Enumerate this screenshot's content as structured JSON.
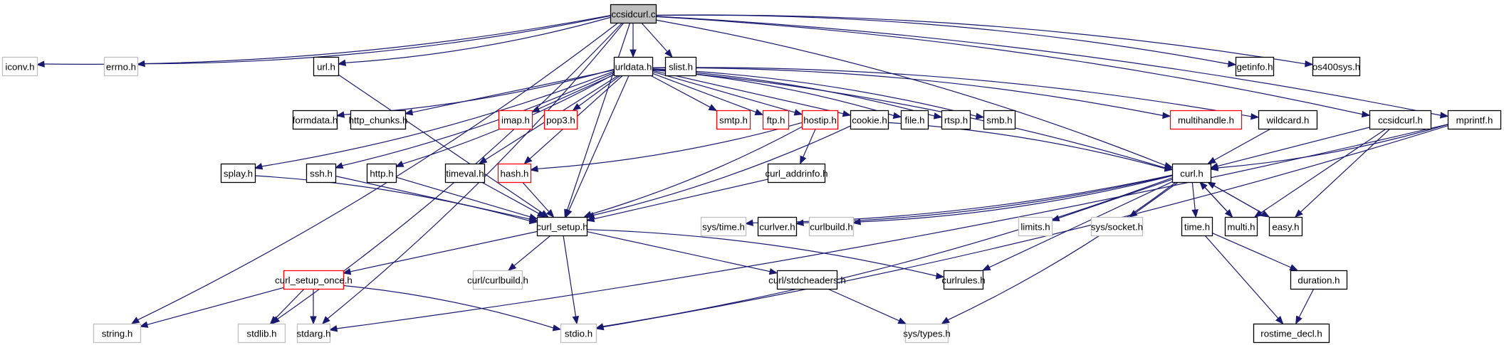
{
  "title": "ccsidcurl.c",
  "colors": {
    "edge": "#191970",
    "root_fill": "#bfbfbf",
    "documented_border": "#000000",
    "undocumented_border": "#bfbfbf",
    "incomplete_border": "#ff0000",
    "background": "#ffffff"
  },
  "nodes": [
    {
      "id": "ccsidcurl_c",
      "label": "ccsidcurl.c",
      "style": "root"
    },
    {
      "id": "iconv_h",
      "label": "iconv.h",
      "style": "undoc"
    },
    {
      "id": "errno_h",
      "label": "errno.h",
      "style": "undoc"
    },
    {
      "id": "url_h",
      "label": "url.h",
      "style": "doc"
    },
    {
      "id": "urldata_h",
      "label": "urldata.h",
      "style": "doc"
    },
    {
      "id": "slist_h",
      "label": "slist.h",
      "style": "doc"
    },
    {
      "id": "getinfo_h",
      "label": "getinfo.h",
      "style": "doc"
    },
    {
      "id": "os400sys_h",
      "label": "os400sys.h",
      "style": "doc"
    },
    {
      "id": "formdata_h",
      "label": "formdata.h",
      "style": "doc"
    },
    {
      "id": "http_chunks_h",
      "label": "http_chunks.h",
      "style": "doc"
    },
    {
      "id": "imap_h",
      "label": "imap.h",
      "style": "red"
    },
    {
      "id": "pop3_h",
      "label": "pop3.h",
      "style": "red"
    },
    {
      "id": "smtp_h",
      "label": "smtp.h",
      "style": "red"
    },
    {
      "id": "ftp_h",
      "label": "ftp.h",
      "style": "red"
    },
    {
      "id": "hostip_h",
      "label": "hostip.h",
      "style": "red"
    },
    {
      "id": "cookie_h",
      "label": "cookie.h",
      "style": "doc"
    },
    {
      "id": "file_h",
      "label": "file.h",
      "style": "doc"
    },
    {
      "id": "rtsp_h",
      "label": "rtsp.h",
      "style": "doc"
    },
    {
      "id": "smb_h",
      "label": "smb.h",
      "style": "doc"
    },
    {
      "id": "multihandle_h",
      "label": "multihandle.h",
      "style": "red"
    },
    {
      "id": "wildcard_h",
      "label": "wildcard.h",
      "style": "doc"
    },
    {
      "id": "ccsidcurl_h",
      "label": "ccsidcurl.h",
      "style": "doc"
    },
    {
      "id": "mprintf_h",
      "label": "mprintf.h",
      "style": "doc"
    },
    {
      "id": "splay_h",
      "label": "splay.h",
      "style": "doc"
    },
    {
      "id": "ssh_h",
      "label": "ssh.h",
      "style": "doc"
    },
    {
      "id": "http_h",
      "label": "http.h",
      "style": "doc"
    },
    {
      "id": "timeval_h",
      "label": "timeval.h",
      "style": "doc"
    },
    {
      "id": "hash_h",
      "label": "hash.h",
      "style": "red"
    },
    {
      "id": "curl_addrinfo_h",
      "label": "curl_addrinfo.h",
      "style": "doc"
    },
    {
      "id": "curl_h",
      "label": "curl.h",
      "style": "doc"
    },
    {
      "id": "curl_setup_h",
      "label": "curl_setup.h",
      "style": "doc"
    },
    {
      "id": "sys_time_h",
      "label": "sys/time.h",
      "style": "undoc"
    },
    {
      "id": "curlver_h",
      "label": "curlver.h",
      "style": "doc"
    },
    {
      "id": "curlbuild_h",
      "label": "curlbuild.h",
      "style": "undoc"
    },
    {
      "id": "limits_h",
      "label": "limits.h",
      "style": "undoc"
    },
    {
      "id": "sys_socket_h",
      "label": "sys/socket.h",
      "style": "undoc"
    },
    {
      "id": "time_h",
      "label": "time.h",
      "style": "doc"
    },
    {
      "id": "multi_h",
      "label": "multi.h",
      "style": "doc"
    },
    {
      "id": "easy_h",
      "label": "easy.h",
      "style": "doc"
    },
    {
      "id": "curl_setup_once_h",
      "label": "curl_setup_once.h",
      "style": "red"
    },
    {
      "id": "curl_curlbuild_h",
      "label": "curl/curlbuild.h",
      "style": "undoc"
    },
    {
      "id": "curl_stdcheaders_h",
      "label": "curl/stdcheaders.h",
      "style": "doc"
    },
    {
      "id": "curlrules_h",
      "label": "curlrules.h",
      "style": "doc"
    },
    {
      "id": "duration_h",
      "label": "duration.h",
      "style": "doc"
    },
    {
      "id": "string_h",
      "label": "string.h",
      "style": "undoc"
    },
    {
      "id": "stdlib_h",
      "label": "stdlib.h",
      "style": "undoc"
    },
    {
      "id": "stdarg_h",
      "label": "stdarg.h",
      "style": "undoc"
    },
    {
      "id": "stdio_h",
      "label": "stdio.h",
      "style": "undoc"
    },
    {
      "id": "sys_types_h",
      "label": "sys/types.h",
      "style": "undoc"
    },
    {
      "id": "rostime_decl_h",
      "label": "rostime_decl.h",
      "style": "doc"
    }
  ],
  "edges": [
    [
      "ccsidcurl_c",
      "iconv_h"
    ],
    [
      "ccsidcurl_c",
      "errno_h"
    ],
    [
      "ccsidcurl_c",
      "url_h"
    ],
    [
      "ccsidcurl_c",
      "urldata_h"
    ],
    [
      "ccsidcurl_c",
      "slist_h"
    ],
    [
      "ccsidcurl_c",
      "getinfo_h"
    ],
    [
      "ccsidcurl_c",
      "os400sys_h"
    ],
    [
      "ccsidcurl_c",
      "ccsidcurl_h"
    ],
    [
      "ccsidcurl_c",
      "mprintf_h"
    ],
    [
      "ccsidcurl_c",
      "curl_h"
    ],
    [
      "ccsidcurl_c",
      "string_h"
    ],
    [
      "ccsidcurl_c",
      "stdlib_h"
    ],
    [
      "ccsidcurl_c",
      "stdarg_h"
    ],
    [
      "ccsidcurl_c",
      "curl_setup_h"
    ],
    [
      "url_h",
      "curl_setup_h"
    ],
    [
      "urldata_h",
      "formdata_h"
    ],
    [
      "urldata_h",
      "http_chunks_h"
    ],
    [
      "urldata_h",
      "imap_h"
    ],
    [
      "urldata_h",
      "pop3_h"
    ],
    [
      "urldata_h",
      "smtp_h"
    ],
    [
      "urldata_h",
      "ftp_h"
    ],
    [
      "urldata_h",
      "hostip_h"
    ],
    [
      "urldata_h",
      "cookie_h"
    ],
    [
      "urldata_h",
      "file_h"
    ],
    [
      "urldata_h",
      "rtsp_h"
    ],
    [
      "urldata_h",
      "smb_h"
    ],
    [
      "urldata_h",
      "multihandle_h"
    ],
    [
      "urldata_h",
      "wildcard_h"
    ],
    [
      "urldata_h",
      "splay_h"
    ],
    [
      "urldata_h",
      "ssh_h"
    ],
    [
      "urldata_h",
      "http_h"
    ],
    [
      "urldata_h",
      "timeval_h"
    ],
    [
      "urldata_h",
      "hash_h"
    ],
    [
      "urldata_h",
      "curl_h"
    ],
    [
      "urldata_h",
      "curl_setup_h"
    ],
    [
      "hostip_h",
      "hash_h"
    ],
    [
      "hostip_h",
      "curl_addrinfo_h"
    ],
    [
      "hostip_h",
      "curl_setup_h"
    ],
    [
      "cookie_h",
      "curl_h"
    ],
    [
      "cookie_h",
      "curl_setup_h"
    ],
    [
      "wildcard_h",
      "curl_h"
    ],
    [
      "ccsidcurl_h",
      "curl_h"
    ],
    [
      "ccsidcurl_h",
      "easy_h"
    ],
    [
      "ccsidcurl_h",
      "multi_h"
    ],
    [
      "mprintf_h",
      "curl_h"
    ],
    [
      "mprintf_h",
      "stdarg_h"
    ],
    [
      "mprintf_h",
      "stdio_h"
    ],
    [
      "splay_h",
      "curl_setup_h"
    ],
    [
      "ssh_h",
      "curl_setup_h"
    ],
    [
      "http_h",
      "curl_setup_h"
    ],
    [
      "timeval_h",
      "curl_setup_h"
    ],
    [
      "hash_h",
      "curl_setup_h"
    ],
    [
      "curl_addrinfo_h",
      "curl_setup_h"
    ],
    [
      "curl_h",
      "sys_time_h"
    ],
    [
      "curl_h",
      "curlver_h"
    ],
    [
      "curl_h",
      "curlbuild_h"
    ],
    [
      "curl_h",
      "limits_h"
    ],
    [
      "curl_h",
      "sys_socket_h"
    ],
    [
      "curl_h",
      "time_h"
    ],
    [
      "curl_h",
      "multi_h"
    ],
    [
      "curl_h",
      "easy_h"
    ],
    [
      "curl_h",
      "curlrules_h"
    ],
    [
      "curl_h",
      "stdio_h"
    ],
    [
      "curl_h",
      "sys_types_h"
    ],
    [
      "multi_h",
      "curl_h"
    ],
    [
      "easy_h",
      "curl_h"
    ],
    [
      "curl_setup_h",
      "curl_setup_once_h"
    ],
    [
      "curl_setup_h",
      "curl_curlbuild_h"
    ],
    [
      "curl_setup_h",
      "curl_stdcheaders_h"
    ],
    [
      "curl_setup_h",
      "curlrules_h"
    ],
    [
      "curl_setup_h",
      "stdio_h"
    ],
    [
      "curl_setup_once_h",
      "string_h"
    ],
    [
      "curl_setup_once_h",
      "stdlib_h"
    ],
    [
      "curl_setup_once_h",
      "stdarg_h"
    ],
    [
      "curl_setup_once_h",
      "stdio_h"
    ],
    [
      "curl_stdcheaders_h",
      "sys_types_h"
    ],
    [
      "time_h",
      "duration_h"
    ],
    [
      "time_h",
      "rostime_decl_h"
    ],
    [
      "duration_h",
      "rostime_decl_h"
    ]
  ]
}
